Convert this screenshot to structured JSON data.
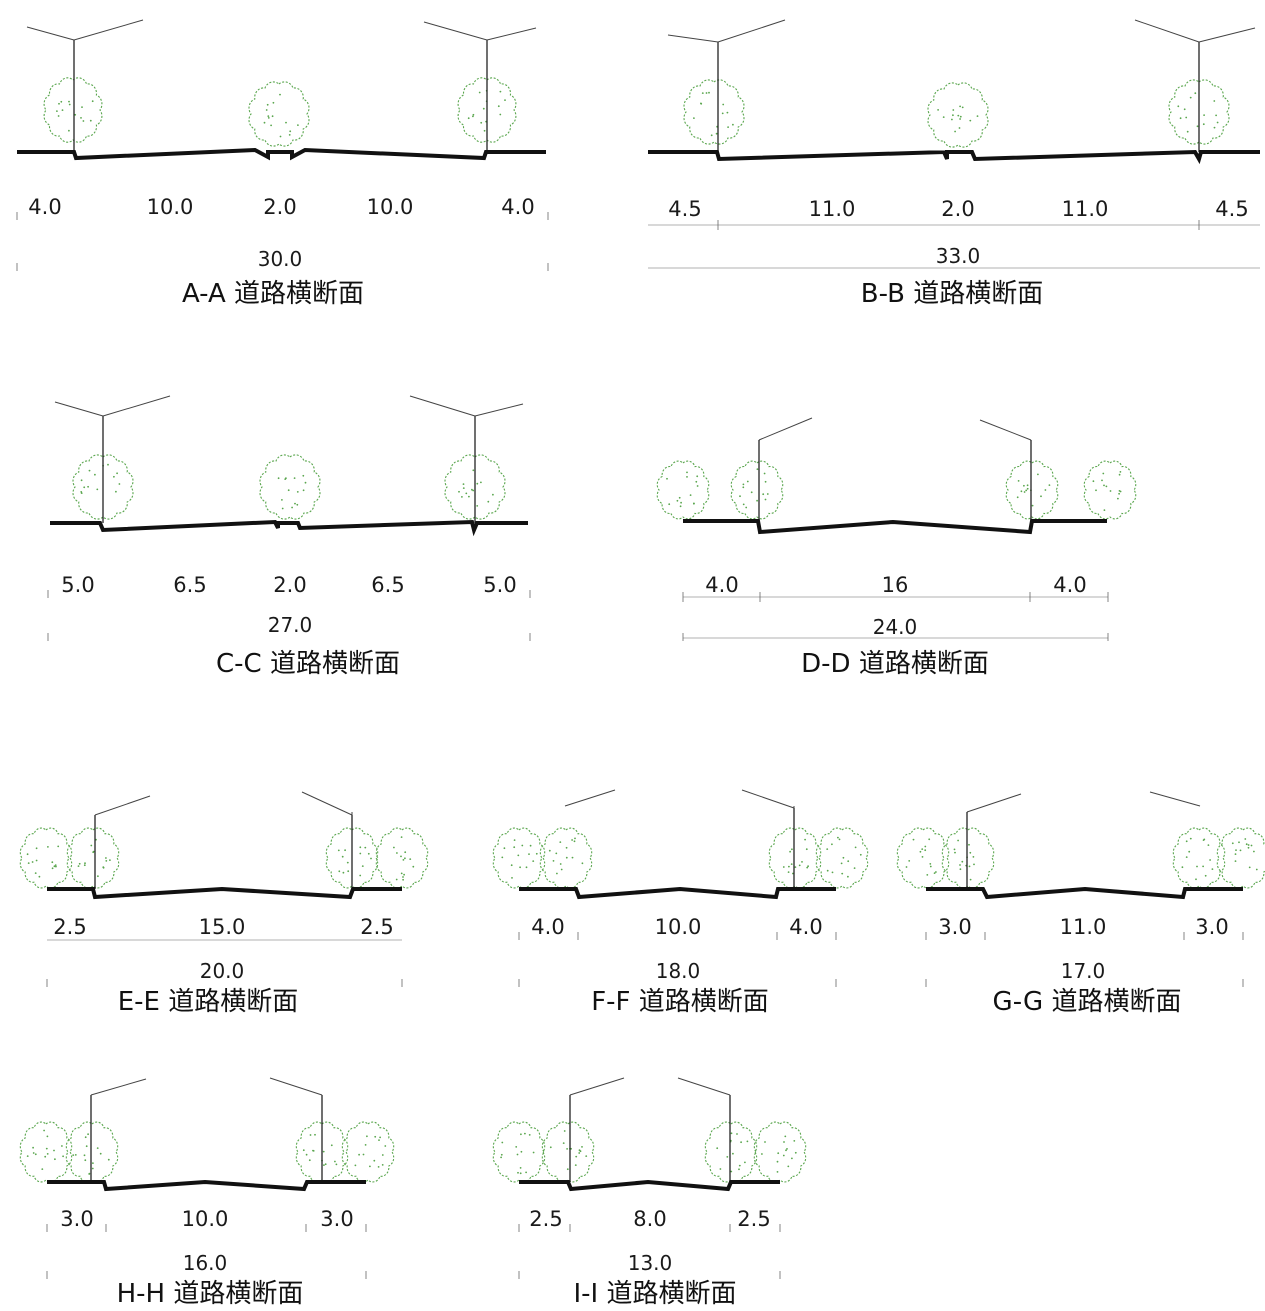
{
  "title_suffix": "道路横断面",
  "sections": [
    {
      "id": "A-A",
      "segments": [
        "4.0",
        "10.0",
        "2.0",
        "10.0",
        "4.0"
      ],
      "total": "30.0"
    },
    {
      "id": "B-B",
      "segments": [
        "4.5",
        "11.0",
        "2.0",
        "11.0",
        "4.5"
      ],
      "total": "33.0"
    },
    {
      "id": "C-C",
      "segments": [
        "5.0",
        "6.5",
        "2.0",
        "6.5",
        "5.0"
      ],
      "total": "27.0"
    },
    {
      "id": "D-D",
      "segments": [
        "4.0",
        "16",
        "4.0"
      ],
      "total": "24.0"
    },
    {
      "id": "E-E",
      "segments": [
        "2.5",
        "15.0",
        "2.5"
      ],
      "total": "20.0"
    },
    {
      "id": "F-F",
      "segments": [
        "4.0",
        "10.0",
        "4.0"
      ],
      "total": "18.0"
    },
    {
      "id": "G-G",
      "segments": [
        "3.0",
        "11.0",
        "3.0"
      ],
      "total": "17.0"
    },
    {
      "id": "H-H",
      "segments": [
        "3.0",
        "10.0",
        "3.0"
      ],
      "total": "16.0"
    },
    {
      "id": "I-I",
      "segments": [
        "2.5",
        "8.0",
        "2.5"
      ],
      "total": "13.0"
    }
  ],
  "colors": {
    "ground": "#111111",
    "tree": "#5aa64e",
    "dimension": "#999999"
  }
}
